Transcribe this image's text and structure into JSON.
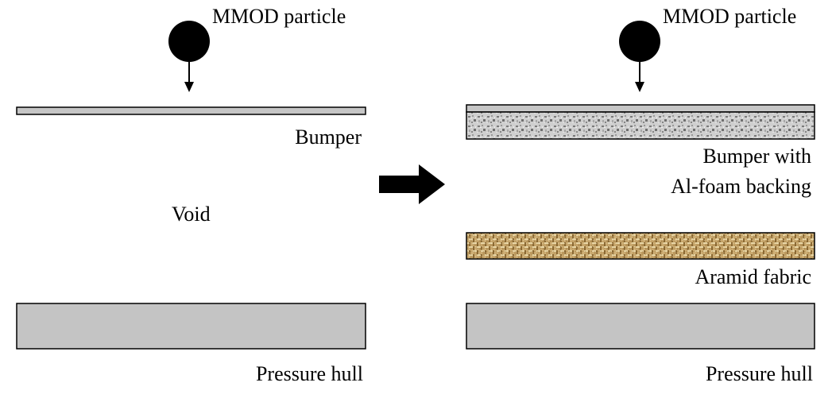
{
  "colors": {
    "background": "#ffffff",
    "ink": "#000000",
    "plate_gray": "#c6c6c6",
    "hull_gray": "#c4c4c4",
    "foam_light": "#d2d2d2",
    "foam_dark": "#7a7a7a",
    "fabric_base": "#c8a76c",
    "fabric_dark": "#8c6a34",
    "fabric_light": "#ead9ad"
  },
  "left_panel": {
    "particle_label": "MMOD particle",
    "bumper_label": "Bumper",
    "void_label": "Void",
    "hull_label": "Pressure hull"
  },
  "right_panel": {
    "particle_label": "MMOD particle",
    "bumper_label_line1": "Bumper with",
    "bumper_label_line2": "Al-foam backing",
    "fabric_label": "Aramid fabric",
    "hull_label": "Pressure hull"
  },
  "transition_arrow": {
    "icon": "right-arrow-icon"
  }
}
